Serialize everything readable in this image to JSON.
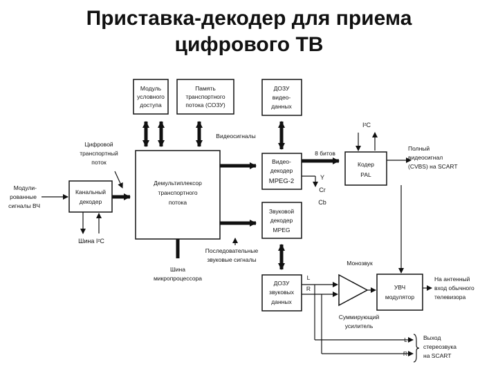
{
  "title_line1": "Приставка-декодер для приема",
  "title_line2": "цифрового ТВ",
  "blocks": {
    "cam": [
      "Модуль",
      "условного",
      "доступа"
    ],
    "ts_memory": [
      "Память",
      "транспортного",
      "потока (СОЗУ)"
    ],
    "dram_video": [
      "ДОЗУ",
      "видео-",
      "данных"
    ],
    "channel_decoder": [
      "Канальный",
      "декодер"
    ],
    "demux": [
      "Демультиплексор",
      "транспортного",
      "потока"
    ],
    "video_decoder": [
      "Видео-",
      "декодер",
      "MPEG-2"
    ],
    "audio_decoder": [
      "Звуковой",
      "декодер",
      "MPEG"
    ],
    "pal_coder": [
      "Кодер",
      "PAL"
    ],
    "dram_audio": [
      "ДОЗУ",
      "звуковых",
      "данных"
    ],
    "uhf_modulator": [
      "УВЧ",
      "модулятор"
    ]
  },
  "labels": {
    "digital_ts": [
      "Цифровой",
      "транспортный",
      "поток"
    ],
    "modulated": [
      "Модули-",
      "рованные",
      "сигналы ВЧ"
    ],
    "i2c_bus": "Шина I²C",
    "video_signals": "Видеосигналы",
    "bits8": "8 битов",
    "i2c_top": "I²C",
    "y": "Y",
    "cr": "Cr",
    "cb": "Cb",
    "full_video": [
      "Полный",
      "видеосигнал",
      "(CVBS) на SCART"
    ],
    "serial_audio": [
      "Последовательные",
      "звуковые сигналы"
    ],
    "cpu_bus": [
      "Шина",
      "микропроцессора"
    ],
    "mono": "Монозвук",
    "l1": "L",
    "r1": "R",
    "summing": [
      "Суммирующий",
      "усилитель"
    ],
    "antenna": [
      "На антенный",
      "вход обычного",
      "телевизора"
    ],
    "l2": "L",
    "r2": "R",
    "stereo_out": [
      "Выход",
      "стереозвука",
      "на SCART"
    ]
  }
}
